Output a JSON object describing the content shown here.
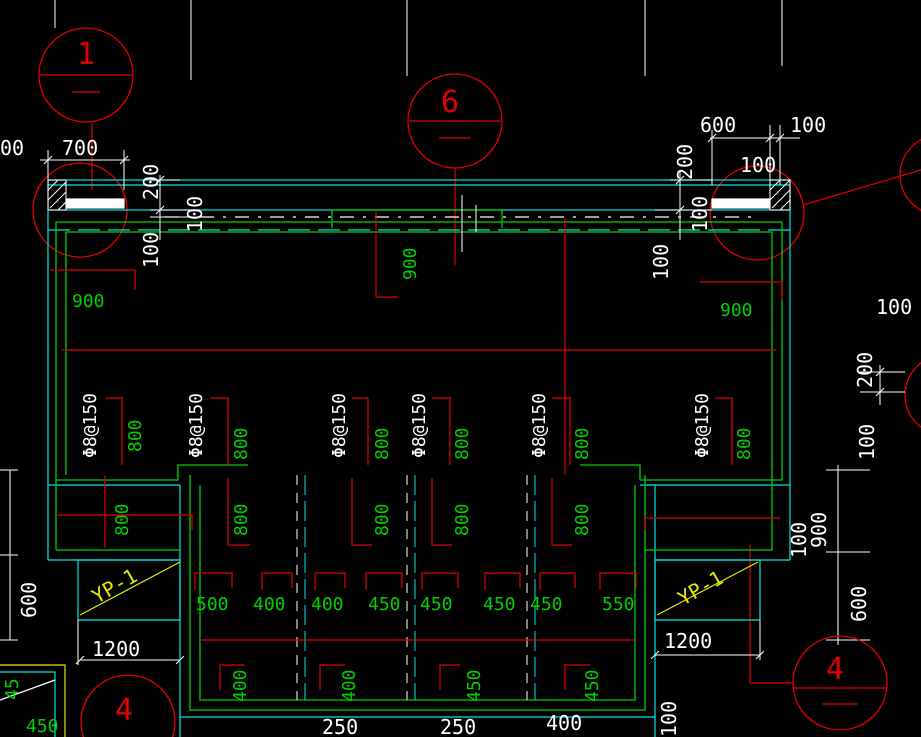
{
  "axis_markers": [
    {
      "id": "axis-1",
      "label": "1"
    },
    {
      "id": "axis-6",
      "label": "6"
    },
    {
      "id": "axis-4-right",
      "label": "4"
    },
    {
      "id": "axis-4-left",
      "label": "4"
    }
  ],
  "dims_white": {
    "d700": "700",
    "d200_l": "200",
    "d100_l_a": "100",
    "d100_l_b": "100",
    "d600_t": "600",
    "d100_t": "100",
    "d200_r": "200",
    "d100_r_a": "100",
    "d100_r_b": "100",
    "d100_r_c": "100",
    "d100_far": "100",
    "d200_far": "200",
    "d100_far2": "100",
    "d900_far": "900",
    "d600_far": "600",
    "d1200_l": "1200",
    "d1200_r": "1200",
    "d600_l": "600",
    "d100_right_edge": "100",
    "b250_a": "250",
    "b250_b": "250",
    "b400": "400",
    "b100": "100",
    "left_00": "00"
  },
  "rebar_labels": [
    "Φ8@150",
    "Φ8@150",
    "Φ8@150",
    "Φ8@150",
    "Φ8@150",
    "Φ8@150"
  ],
  "green_dims": {
    "g900_l": "900",
    "g900_c": "900",
    "g900_r": "900",
    "g800_row1": [
      "800",
      "800",
      "800",
      "800",
      "800",
      "800",
      "800"
    ],
    "g800_row2": [
      "800",
      "800",
      "800",
      "800"
    ],
    "spans": [
      "500",
      "400",
      "400",
      "450",
      "450",
      "450",
      "450",
      "550"
    ],
    "bottom": [
      "400",
      "400",
      "450",
      "450"
    ],
    "left_small": [
      "45",
      "450"
    ]
  },
  "tags": {
    "yp_left": "YP-1",
    "yp_right": "YP-1"
  }
}
